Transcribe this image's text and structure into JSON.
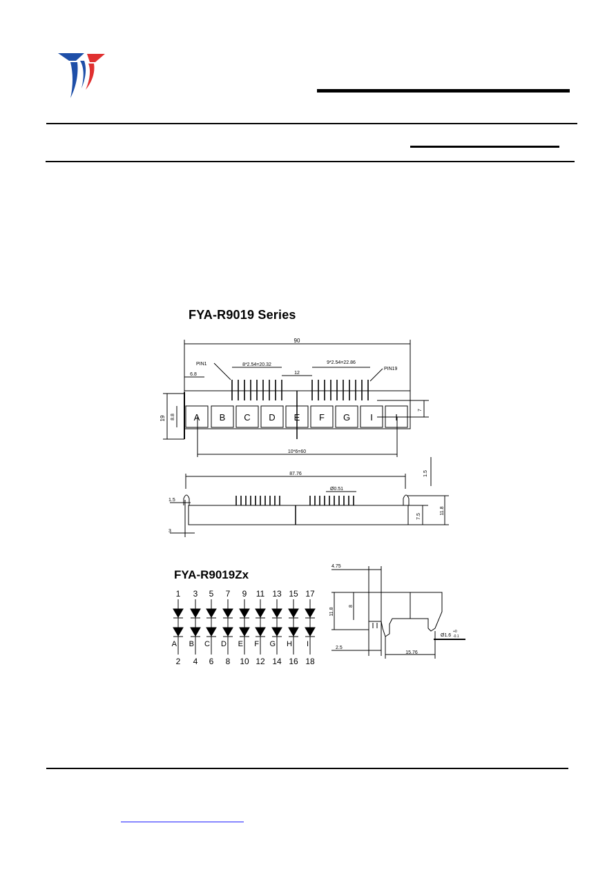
{
  "header": {
    "logo": "company-logo"
  },
  "drawing": {
    "title": "FYA-R9019 Series",
    "top_view": {
      "overall_length": "90",
      "pin1_label": "PIN1",
      "pin19_label": "PIN19",
      "left_pitch": "8*2.54=20.32",
      "right_pitch": "9*2.54=22.86",
      "gap": "12",
      "left_offset": "6.8",
      "height": "19",
      "inner_height": "8.8",
      "lead_height": "7",
      "segment_pitch": "10*6=60",
      "segments": [
        "A",
        "B",
        "C",
        "D",
        "E",
        "F",
        "G",
        "I",
        "I"
      ]
    },
    "side_view": {
      "length": "87.76",
      "hole": "Ø0.51",
      "top_offset": "1.5",
      "left_offset": "1.5",
      "base": "3",
      "body_height": "7.5",
      "total_height": "11.8"
    },
    "end_view": {
      "width_top": "4.75",
      "height_total": "11.8",
      "height_inner": "8",
      "foot": "2.5",
      "body_width": "15.76",
      "pin_dia_main": "Ø1.6",
      "pin_dia_tol_top": "+0",
      "pin_dia_tol_bottom": "-0.1"
    },
    "circuit": {
      "title": "FYA-R9019Zx",
      "top_pins": [
        "1",
        "3",
        "5",
        "7",
        "9",
        "11",
        "13",
        "15",
        "17"
      ],
      "letters": [
        "A",
        "B",
        "C",
        "D",
        "E",
        "F",
        "G",
        "H",
        "I"
      ],
      "bottom_pins": [
        "2",
        "4",
        "6",
        "8",
        "10",
        "12",
        "14",
        "16",
        "18"
      ]
    }
  },
  "colors": {
    "logo_blue": "#1e4fa8",
    "logo_red": "#e03030",
    "link": "#1a1aff"
  }
}
